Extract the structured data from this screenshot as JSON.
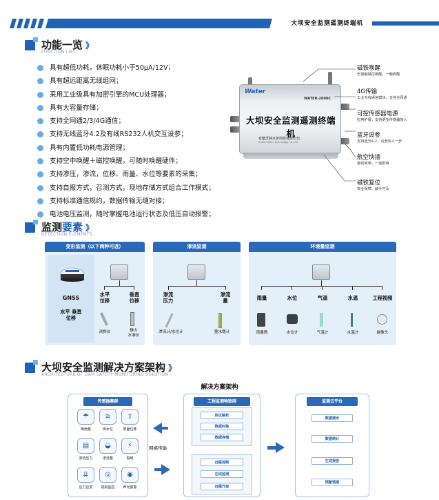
{
  "header": {
    "title": "大坝安全监测遥测终端机"
  },
  "sections": {
    "features": {
      "title_a": "功能一览",
      "title_b": "",
      "arrow": "》",
      "subtitle": "FUNCTION LIST"
    },
    "detection": {
      "title_a": "监测",
      "title_b": "要素",
      "arrow": "》",
      "subtitle": "DETECTION ELEMENTS"
    },
    "architecture": {
      "title_a": "大坝安全监测解决方案架构",
      "title_b": "",
      "arrow": "》",
      "subtitle": "ARCHITECTURE OF DAM SAFETY MONITORING SOLUTION"
    }
  },
  "features": [
    "具有超低功耗，休眠功耗小于50μA/12V；",
    "具有超远距离无线组网；",
    "采用工业级具有加密引擎的MCU处理器；",
    "具有大容量存储；",
    "支持全网通2/3/4G通信；",
    "支持无线蓝牙4.2及有线RS232人机交互设参；",
    "具有内置低功耗电源管理；",
    "支持空中唤醒＋磁控唤醒，可随时唤醒硬件；",
    "支持渗压，渗流，位移、雨量、水位等要素的采集；",
    "支持自报方式，召测方式，现地存储方式组合工作模式；",
    "支持标准通信规约，数据传输无缝对接；",
    "电池电压监测，随时掌握电池运行状态及低压自动报警；"
  ],
  "device": {
    "logo": "Water",
    "model": "WATER-2000C",
    "name": "大坝安全监测遥测终端机",
    "company": "安徽沃特水务科技有限公司",
    "company_en": "Anhui Water Technology Co.,Ltd"
  },
  "callouts": [
    {
      "title": "磁铁唤醒",
      "desc": "无接触磁控唤醒，一触即醒"
    },
    {
      "title": "4G传输",
      "desc": "工业无线通信模块，支持全网通"
    },
    {
      "title": "可控传感器电源",
      "desc": "应用扩展，支持更多传感器接入"
    },
    {
      "title": "蓝牙设参",
      "desc": "支持蓝牙4.2，设参快人一步"
    },
    {
      "title": "航空快插",
      "desc": "接线简单，一插即用"
    },
    {
      "title": "磁铁复位",
      "desc": "安全保障，触手可及"
    }
  ],
  "panels": {
    "deform": {
      "head": "变形监测（以下两种可选）",
      "gnss": "GNSS",
      "gnss_sub": "水平 垂直\n位移",
      "h_label": "水平\n位移",
      "v_label": "垂直\n位移",
      "inclinometer": "测斜仪",
      "leveling": "静力\n水准仪"
    },
    "seepage": {
      "head": "渗流监测",
      "pressure": "渗流\n压力",
      "flow": "渗流\n量",
      "piezometer": "渗流计/水位计",
      "weir": "量水堰计"
    },
    "environment": {
      "head": "环境量监测",
      "items": [
        {
          "label": "雨量",
          "device": "雨量筒"
        },
        {
          "label": "水位",
          "device": "水位计"
        },
        {
          "label": "气温",
          "device": "气温计"
        },
        {
          "label": "水温",
          "device": "水温计"
        },
        {
          "label": "工程视频",
          "device": "摄像头"
        }
      ]
    }
  },
  "architecture": {
    "title": "解决方案架构",
    "sensor_head": "传感器集群",
    "sensors": [
      {
        "label": "降雨量",
        "icon": "rain-gauge-icon",
        "glyph": "☂"
      },
      {
        "label": "库水位",
        "icon": "water-level-icon",
        "glyph": "≋"
      },
      {
        "label": "表面位移",
        "icon": "surface-displacement-icon",
        "glyph": "⇧"
      },
      {
        "label": "渗流压力",
        "icon": "seepage-pressure-icon",
        "glyph": "▤"
      },
      {
        "label": "渗流量",
        "icon": "seepage-flow-icon",
        "glyph": "◒"
      },
      {
        "label": "裂缝",
        "icon": "crack-icon",
        "glyph": "⚡"
      },
      {
        "label": "应力应变",
        "icon": "stress-strain-icon",
        "glyph": "⇊"
      },
      {
        "label": "视频监控",
        "icon": "video-icon",
        "glyph": "◎"
      },
      {
        "label": "声光报警",
        "icon": "alarm-icon",
        "glyph": "◉"
      }
    ],
    "network_transfer": "网络传输",
    "net_head": "工程监测物联网",
    "net_items_top": [
      "协议解析",
      "数据封装",
      "数据存储"
    ],
    "net_items_bottom": [
      "远程控制",
      "在线监测",
      "远程升级"
    ],
    "cloud_head": "监测云平台",
    "cloud_items": [
      "数据展示",
      "数据统计",
      "生成报告",
      "预警预报"
    ]
  },
  "colors": {
    "brand": "#1f62b8",
    "light": "#e3eff9",
    "accent": "#6aaae8"
  }
}
